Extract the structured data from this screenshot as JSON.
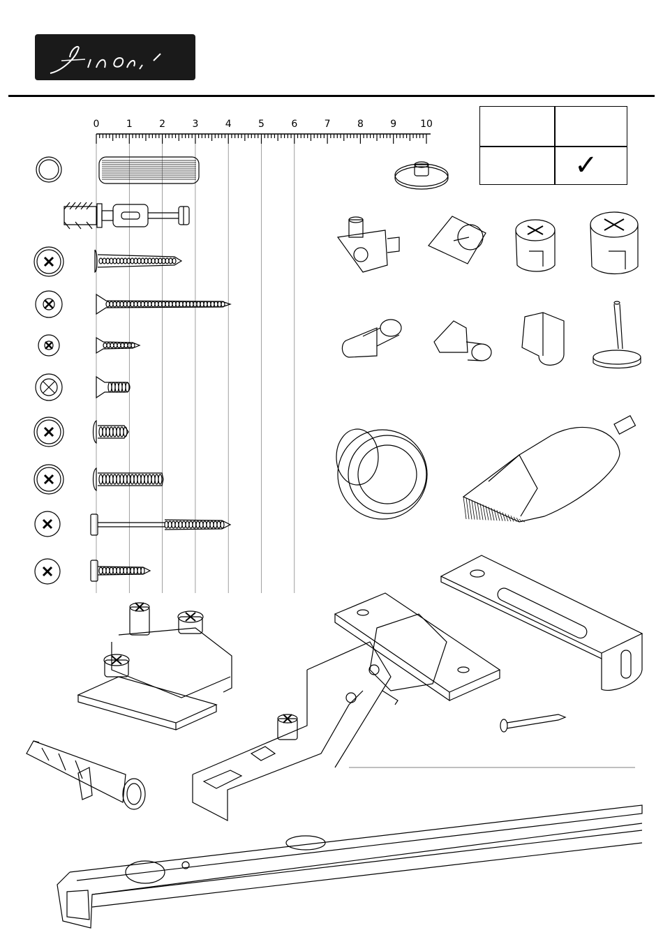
{
  "brand": {
    "logo_text": "finori"
  },
  "ruler": {
    "ticks": [
      "0",
      "1",
      "2",
      "3",
      "4",
      "5",
      "6",
      "7",
      "8",
      "9",
      "10"
    ]
  },
  "checklist": {
    "mark": "✓"
  },
  "icons": {
    "dowel": "wooden-dowel-icon",
    "cam_bolt": "cam-bolt-icon",
    "washer_screw": "washer-head-screw-icon",
    "countersunk_long": "countersunk-long-screw-icon",
    "countersunk_short": "countersunk-short-screw-icon",
    "connector_sleeve": "connector-sleeve-icon",
    "euro_screw_short": "euro-screw-short-icon",
    "euro_screw_medium": "euro-screw-medium-icon",
    "confirmat": "confirmat-screw-icon",
    "chipboard_short": "chipboard-screw-short-icon",
    "knob": "round-knob-icon",
    "glue": "glue-applicator-icon",
    "hinge": "concealed-hinge-icon",
    "hinge_plate": "hinge-mounting-plate-icon",
    "wall_bracket": "wall-bracket-icon",
    "nail": "nail-icon",
    "wall_plug": "wall-plug-icon",
    "drawer_rail": "drawer-rail-icon"
  }
}
